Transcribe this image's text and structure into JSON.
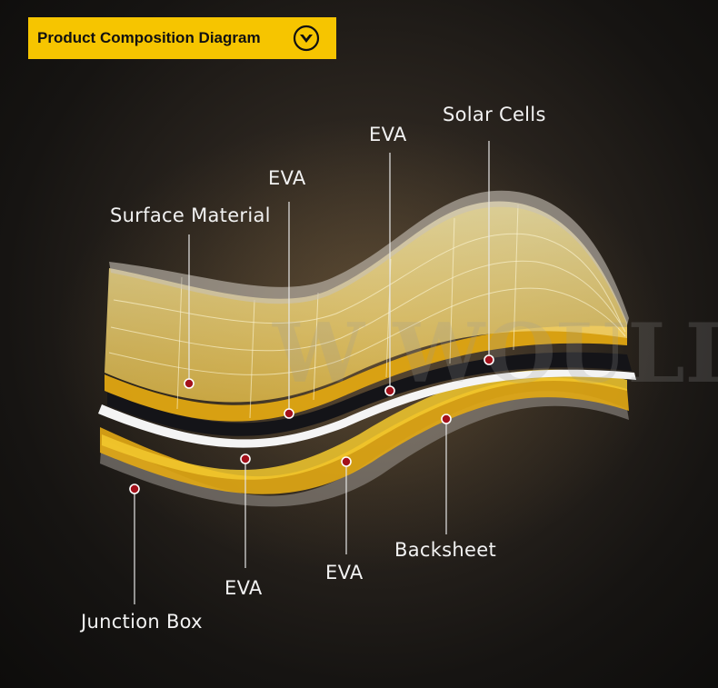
{
  "header": {
    "title": "Product Composition Diagram",
    "icon": "chevron-down-circle-icon"
  },
  "watermark": {
    "text": "W WOULD"
  },
  "labels": {
    "surface_material": "Surface Material",
    "eva_1": "EVA",
    "eva_2": "EVA",
    "solar_cells": "Solar Cells",
    "junction_box": "Junction Box",
    "eva_3": "EVA",
    "eva_4": "EVA",
    "backsheet": "Backsheet"
  },
  "colors": {
    "banner": "#f6c500",
    "layer_yellow": "#e7b317",
    "marker": "#a3111b"
  }
}
